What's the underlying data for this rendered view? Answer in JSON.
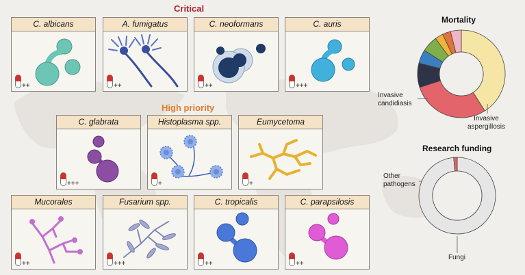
{
  "sections": {
    "critical": {
      "title": "Critical",
      "color": "#b5232b"
    },
    "high": {
      "title": "High priority",
      "color": "#e07b2b"
    }
  },
  "pathogens": [
    {
      "name": "C. albicans",
      "rating": "++",
      "color": "#6cc5b5",
      "icon": "yeast-cells-icon"
    },
    {
      "name": "A. fumigatus",
      "rating": "++",
      "color": "#3a4f9e",
      "icon": "conidiophore-icon"
    },
    {
      "name": "C. neoformans",
      "rating": "++",
      "color": "#1f3b66",
      "icon": "capsule-yeast-icon"
    },
    {
      "name": "C. auris",
      "rating": "+++",
      "color": "#41b0dc",
      "icon": "yeast-cells-icon"
    },
    {
      "name": "C. glabrata",
      "rating": "+++",
      "color": "#8b4ea3",
      "icon": "yeast-cells-icon"
    },
    {
      "name": "Histoplasma spp.",
      "rating": "+",
      "color": "#6d8cd6",
      "icon": "spiky-spores-icon"
    },
    {
      "name": "Eumycetoma",
      "rating": "+",
      "color": "#e6b232",
      "icon": "hyphae-network-icon"
    },
    {
      "name": "Mucorales",
      "rating": "++",
      "color": "#c26fcf",
      "icon": "sporangia-icon"
    },
    {
      "name": "Fusarium spp.",
      "rating": "+++",
      "color": "#8089b8",
      "icon": "macroconidia-icon"
    },
    {
      "name": "C. tropicalis",
      "rating": "++",
      "color": "#4a78d8",
      "icon": "yeast-cells-icon"
    },
    {
      "name": "C. parapsilosis",
      "rating": "++",
      "color": "#e05bd6",
      "icon": "yeast-cells-icon"
    }
  ],
  "mortality": {
    "title": "Mortality",
    "labels": {
      "candidiasis": "Invasive\ncandidiasis",
      "aspergillosis": "Invasive\naspergillosis"
    },
    "segments": [
      {
        "key": "aspergillosis",
        "value": 41,
        "color": "#f6e6a6"
      },
      {
        "key": "candidiasis",
        "value": 29,
        "color": "#e3646a"
      },
      {
        "key": "other",
        "value": 9,
        "color": "#2e3347"
      },
      {
        "key": "other",
        "value": 5,
        "color": "#3b7fc0"
      },
      {
        "key": "other",
        "value": 6,
        "color": "#7fae4b"
      },
      {
        "key": "other",
        "value": 3,
        "color": "#f0b43a"
      },
      {
        "key": "other",
        "value": 3,
        "color": "#e0743a"
      },
      {
        "key": "other",
        "value": 4,
        "color": "#f0b5c6"
      }
    ]
  },
  "funding": {
    "title": "Research funding",
    "labels": {
      "other": "Other\npathogens",
      "fungi": "Fungi"
    },
    "segments": [
      {
        "key": "other",
        "value": 98.5,
        "color": "#e6e6e6"
      },
      {
        "key": "fungi",
        "value": 1.5,
        "color": "#e3646a"
      }
    ]
  }
}
